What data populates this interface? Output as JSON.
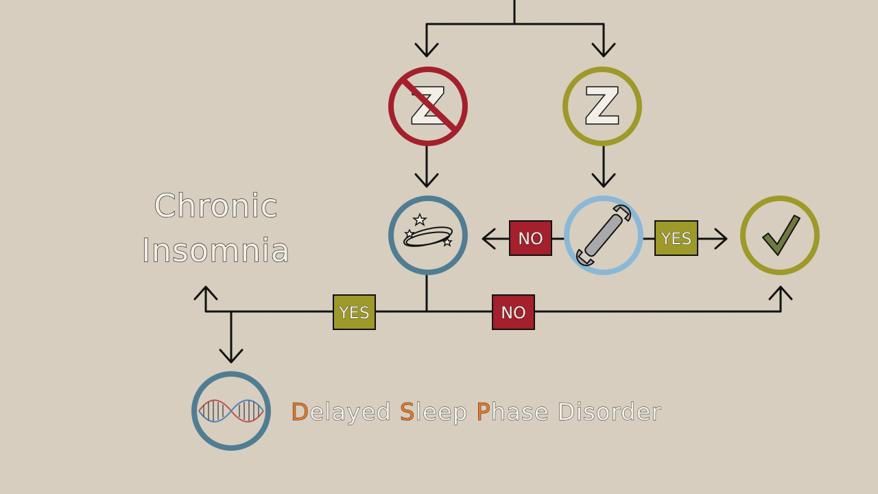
{
  "labels": {
    "chronic_line1": "Chronic",
    "chronic_line2": "Insomnia",
    "no_mid": "NO",
    "yes_mid": "YES",
    "yes_bottom": "YES",
    "no_bottom": "NO",
    "z_no_sleep": "Z",
    "z_sleep": "Z"
  },
  "dsp": {
    "d_initial": "D",
    "d_rest": "elayed ",
    "s_initial": "S",
    "s_rest": "leep ",
    "p_initial": "P",
    "p_rest": "hase Disorder"
  },
  "colors": {
    "background": "#d8cfbf",
    "red": "#a3202c",
    "olive": "#9d9a2a",
    "steel_blue": "#517d92",
    "light_blue": "#8ab8d6",
    "accent_orange": "#e8782a",
    "line": "#111111"
  },
  "icons": {
    "no_sleep": "z-crossed-icon",
    "sleep": "z-icon",
    "dizzy": "dizzy-stars-icon",
    "wrench": "wrench-icon",
    "check": "checkmark-icon",
    "dna": "dna-icon"
  }
}
